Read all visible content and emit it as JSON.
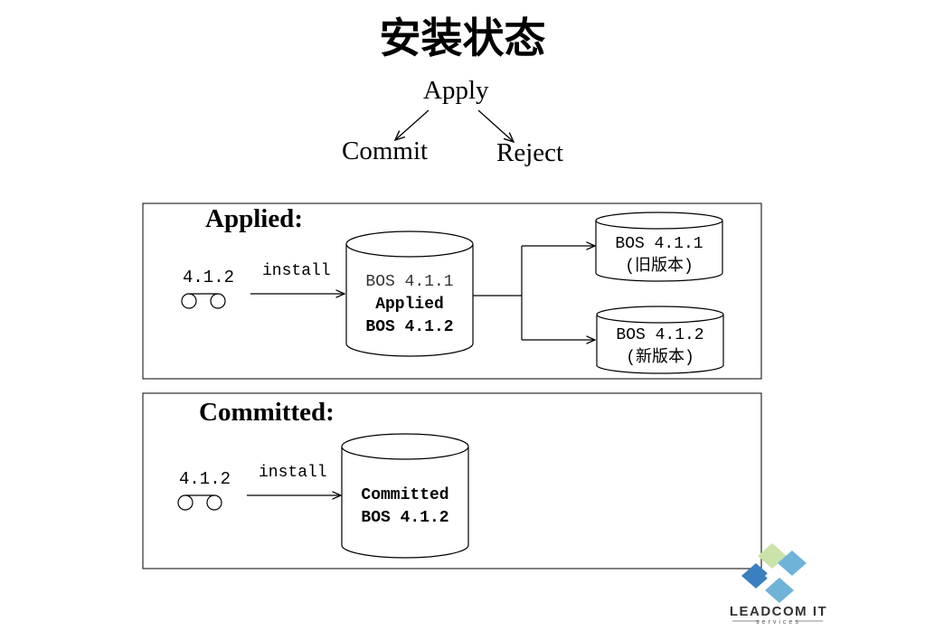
{
  "title": "安装状态",
  "flow": {
    "top": "Apply",
    "left": "Commit",
    "right": "Reject"
  },
  "applied": {
    "heading": "Applied:",
    "version": "4.1.2",
    "install": "install",
    "db": {
      "line1": "BOS 4.1.1",
      "line2": "Applied",
      "line3": "BOS 4.1.2"
    },
    "old_db": {
      "line1": "BOS 4.1.1",
      "line2": "(旧版本)"
    },
    "new_db": {
      "line1": "BOS 4.1.2",
      "line2": "(新版本)"
    }
  },
  "committed": {
    "heading": "Committed:",
    "version": "4.1.2",
    "install": "install",
    "db": {
      "line1": "Committed",
      "line2": "BOS 4.1.2"
    }
  },
  "logo": {
    "name": "Leadcom IT",
    "sub": "services",
    "colors": [
      "#6fb3d9",
      "#3a7fc0",
      "#c9e3a8"
    ]
  }
}
